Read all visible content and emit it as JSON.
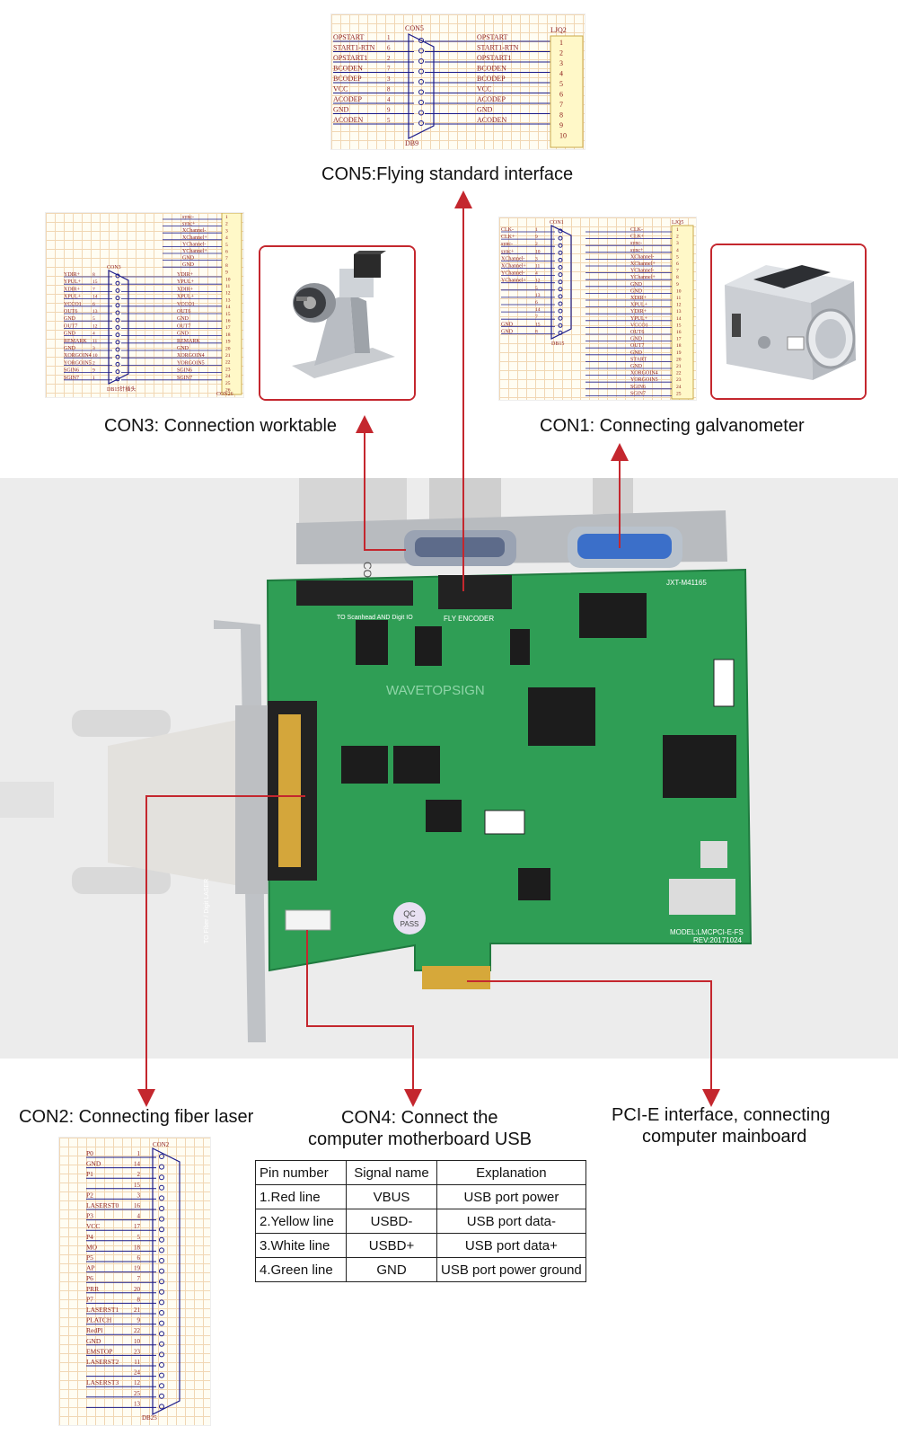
{
  "captions": {
    "con5": "CON5:Flying standard interface",
    "con3": "CON3: Connection worktable",
    "con1": "CON1: Connecting galvanometer",
    "con2": "CON2: Connecting fiber laser",
    "con4_line1": "CON4: Connect the",
    "con4_line2": "computer motherboard USB",
    "pcie_line1": "PCI-E interface, connecting",
    "pcie_line2": "computer mainboard"
  },
  "board": {
    "brand": "WAVETOPSIGN",
    "model": "MODEL:LMCPCI-E-FS",
    "rev": "REV:20171024",
    "jxt": "JXT-M41165",
    "qc1": "QC",
    "qc2": "PASS",
    "fly_encoder": "FLY ENCODER",
    "scanhead_label": "TO Scanhead AND Digit IO",
    "fiber_label": "TO Fiber / Digit LASER",
    "bracket_label": "CON3"
  },
  "con5": {
    "title": "CON5",
    "connector": "DB9",
    "header": "LJQ2",
    "left": [
      {
        "name": "OPSTART",
        "pin": "1"
      },
      {
        "name": "START1-RTN",
        "pin": "6"
      },
      {
        "name": "OPSTART1",
        "pin": "2"
      },
      {
        "name": "BCODEN",
        "pin": "7"
      },
      {
        "name": "BCODEP",
        "pin": "3"
      },
      {
        "name": "VCC",
        "pin": "8"
      },
      {
        "name": "ACODEP",
        "pin": "4"
      },
      {
        "name": "GND",
        "pin": "9"
      },
      {
        "name": "ACODEN",
        "pin": "5"
      }
    ],
    "right": [
      "OPSTART",
      "START1-RTN",
      "OPSTART1",
      "BCODEN",
      "BCODEP",
      "VCC",
      "ACODEP",
      "GND",
      "ACODEN"
    ],
    "header_pins": [
      "1",
      "2",
      "3",
      "4",
      "5",
      "6",
      "7",
      "8",
      "9",
      "10"
    ]
  },
  "con3": {
    "title": "CON3",
    "connector": "DB15针插头",
    "header": "CON26",
    "top_right": [
      "sync-",
      "sync+",
      "XChannel-",
      "XChannel+",
      "YChannel-",
      "YChannel+",
      "GND",
      "GND"
    ],
    "left": [
      {
        "name": "YDIR+",
        "pin": "8"
      },
      {
        "name": "YPUL+",
        "pin": "15"
      },
      {
        "name": "XDIR+",
        "pin": "7"
      },
      {
        "name": "XPUL+",
        "pin": "14"
      },
      {
        "name": "VCCO1",
        "pin": "6"
      },
      {
        "name": "OUT6",
        "pin": "13"
      },
      {
        "name": "GND",
        "pin": "5"
      },
      {
        "name": "OUT7",
        "pin": "12"
      },
      {
        "name": "GND",
        "pin": "4"
      },
      {
        "name": "REMARK",
        "pin": "11"
      },
      {
        "name": "GND",
        "pin": "3"
      },
      {
        "name": "XORGOIN4",
        "pin": "10"
      },
      {
        "name": "YORGOIN5",
        "pin": "2"
      },
      {
        "name": "SGIN6",
        "pin": "9"
      },
      {
        "name": "SGIN7",
        "pin": "1"
      }
    ],
    "right": [
      "YDIR+",
      "YPUL+",
      "XDIR+",
      "XPUL+",
      "VCCO1",
      "OUT6",
      "GND",
      "OUT7",
      "GND",
      "REMARK",
      "GND",
      "XORGOIN4",
      "YORGOIN5",
      "SGIN6",
      "SGIN7"
    ]
  },
  "con1": {
    "title": "CON1",
    "connector": "DB15",
    "header": "LJQ5",
    "left": [
      {
        "name": "CLK-",
        "pin": "1"
      },
      {
        "name": "CLK+",
        "pin": "9"
      },
      {
        "name": "sync-",
        "pin": "2"
      },
      {
        "name": "sync+",
        "pin": "10"
      },
      {
        "name": "XChannel-",
        "pin": "3"
      },
      {
        "name": "XChannel+",
        "pin": "11"
      },
      {
        "name": "YChannel-",
        "pin": "4"
      },
      {
        "name": "YChannel+",
        "pin": "12"
      },
      {
        "name": "",
        "pin": "5"
      },
      {
        "name": "",
        "pin": "13"
      },
      {
        "name": "",
        "pin": "6"
      },
      {
        "name": "",
        "pin": "14"
      },
      {
        "name": "",
        "pin": "7"
      },
      {
        "name": "GND",
        "pin": "15"
      },
      {
        "name": "GND",
        "pin": "8"
      }
    ],
    "right": [
      "CLK-",
      "CLK+",
      "sync-",
      "sync+",
      "XChannel-",
      "XChannel+",
      "YChannel-",
      "YChannel+",
      "GND",
      "GND",
      "XDIR+",
      "XPUL+",
      "YDIR+",
      "YPUL+",
      "VCCO1",
      "OUT6",
      "GND",
      "OUT7",
      "GND",
      "START",
      "GND",
      "XORGOIN4",
      "YORGOIN5",
      "SGIN6",
      "SGIN7"
    ]
  },
  "con2": {
    "title": "CON2",
    "connector": "DB25",
    "rows": [
      {
        "name": "P0",
        "pin": "1"
      },
      {
        "name": "GND",
        "pin": "14"
      },
      {
        "name": "P1",
        "pin": "2"
      },
      {
        "name": "",
        "pin": "15"
      },
      {
        "name": "P2",
        "pin": "3"
      },
      {
        "name": "LASERST0",
        "pin": "16"
      },
      {
        "name": "P3",
        "pin": "4"
      },
      {
        "name": "VCC",
        "pin": "17"
      },
      {
        "name": "P4",
        "pin": "5"
      },
      {
        "name": "MO",
        "pin": "18"
      },
      {
        "name": "P5",
        "pin": "6"
      },
      {
        "name": "AP",
        "pin": "19"
      },
      {
        "name": "P6",
        "pin": "7"
      },
      {
        "name": "PRR",
        "pin": "20"
      },
      {
        "name": "P7",
        "pin": "8"
      },
      {
        "name": "LASERST1",
        "pin": "21"
      },
      {
        "name": "PLATCH",
        "pin": "9"
      },
      {
        "name": "RedPl",
        "pin": "22"
      },
      {
        "name": "GND",
        "pin": "10"
      },
      {
        "name": "EMSTOP",
        "pin": "23"
      },
      {
        "name": "LASERST2",
        "pin": "11"
      },
      {
        "name": "",
        "pin": "24"
      },
      {
        "name": "LASERST3",
        "pin": "12"
      },
      {
        "name": "",
        "pin": "25"
      },
      {
        "name": "",
        "pin": "13"
      }
    ]
  },
  "usb_table": {
    "headers": [
      "Pin number",
      "Signal name",
      "Explanation"
    ],
    "rows": [
      [
        "1.Red line",
        "VBUS",
        "USB port power"
      ],
      [
        "2.Yellow line",
        "USBD-",
        "USB port data-"
      ],
      [
        "3.White line",
        "USBD+",
        "USB port data+"
      ],
      [
        "4.Green line",
        "GND",
        "USB port power ground"
      ]
    ]
  },
  "colors": {
    "arrow": "#c4272e",
    "pcb": "#2f9e55",
    "schematic_text": "#8b1a1a",
    "schematic_line": "#1a1a8a"
  }
}
